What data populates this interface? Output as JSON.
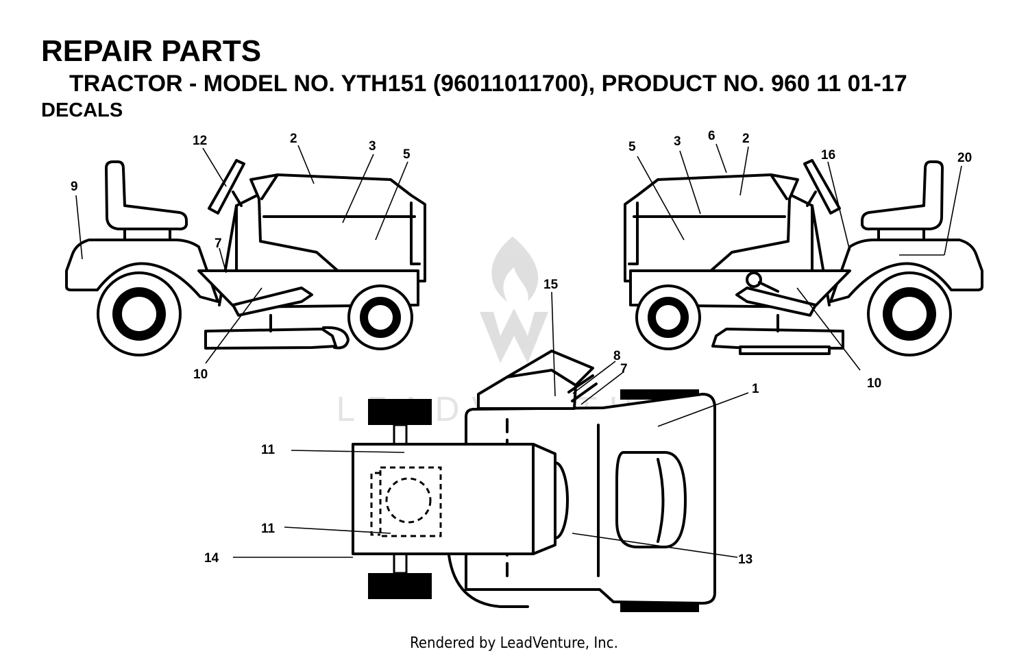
{
  "header": {
    "title": "REPAIR PARTS",
    "subtitle": "TRACTOR - MODEL NO. YTH151 (96011011700), PRODUCT NO. 960 11 01-17",
    "section": "DECALS"
  },
  "callouts": {
    "left_view": [
      "9",
      "12",
      "2",
      "3",
      "5",
      "7",
      "10"
    ],
    "right_view": [
      "5",
      "3",
      "6",
      "2",
      "16",
      "20",
      "10"
    ],
    "top_view": [
      "15",
      "8",
      "7",
      "1",
      "11",
      "11",
      "14",
      "13"
    ]
  },
  "watermark": "LEADVENTURE",
  "footer": "Rendered by LeadVenture, Inc."
}
